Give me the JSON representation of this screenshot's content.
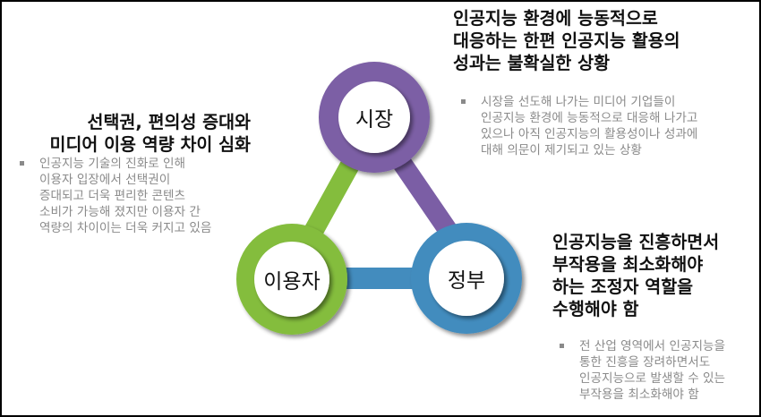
{
  "colors": {
    "market": "#7b5ea5",
    "user": "#84bd3d",
    "government": "#438cbe",
    "heading_text": "#111111",
    "body_text": "#8a8a8a"
  },
  "nodes": {
    "market": {
      "label": "시장"
    },
    "user": {
      "label": "이용자"
    },
    "government": {
      "label": "정부"
    }
  },
  "market_section": {
    "heading_lines": [
      "인공지능 환경에 능동적으로",
      "대응하는 한편 인공지능 활용의",
      "성과는 불확실한 상황"
    ],
    "bullet_lines": [
      "시장을 선도해 나가는 미디어 기업들이",
      "인공지능 환경에 능동적으로 대응해 나가고",
      "있으나 아직 인공지능의 활용성이나 성과에",
      "대해 의문이 제기되고 있는 상황"
    ]
  },
  "user_section": {
    "heading_lines": [
      "선택권, 편의성 증대와",
      "미디어 이용 역량 차이 심화"
    ],
    "bullet_lines": [
      "인공지능 기술의 진화로 인해",
      "이용자 입장에서 선택권이",
      "증대되고 더욱 편리한 콘텐츠",
      "소비가 가능해 졌지만 이용자 간",
      "역량의 차이이는 더욱 커지고 있음"
    ]
  },
  "government_section": {
    "heading_lines": [
      "인공지능을 진흥하면서",
      "부작용을 최소화해야",
      "하는 조정자 역할을",
      "수행해야 함"
    ],
    "bullet_lines": [
      "전 산업 영역에서 인공지능을",
      "통한 진흥을 장려하면서도",
      "인공지능으로 발생할 수 있는",
      "부작용을 최소화해야 함"
    ]
  }
}
